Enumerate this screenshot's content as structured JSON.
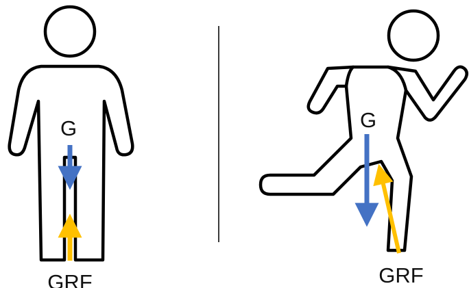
{
  "labels": {
    "standing_gravity": "G",
    "standing_ground_reaction_force": "GRF",
    "running_gravity": "G",
    "running_ground_reaction_force": "GRF"
  },
  "colors": {
    "outline": "#000000",
    "gravity_arrow": "#4472C4",
    "grf_arrow": "#FFC000",
    "divider": "#3a3a3a"
  },
  "icons": [
    "standing-person-icon",
    "running-person-icon"
  ]
}
